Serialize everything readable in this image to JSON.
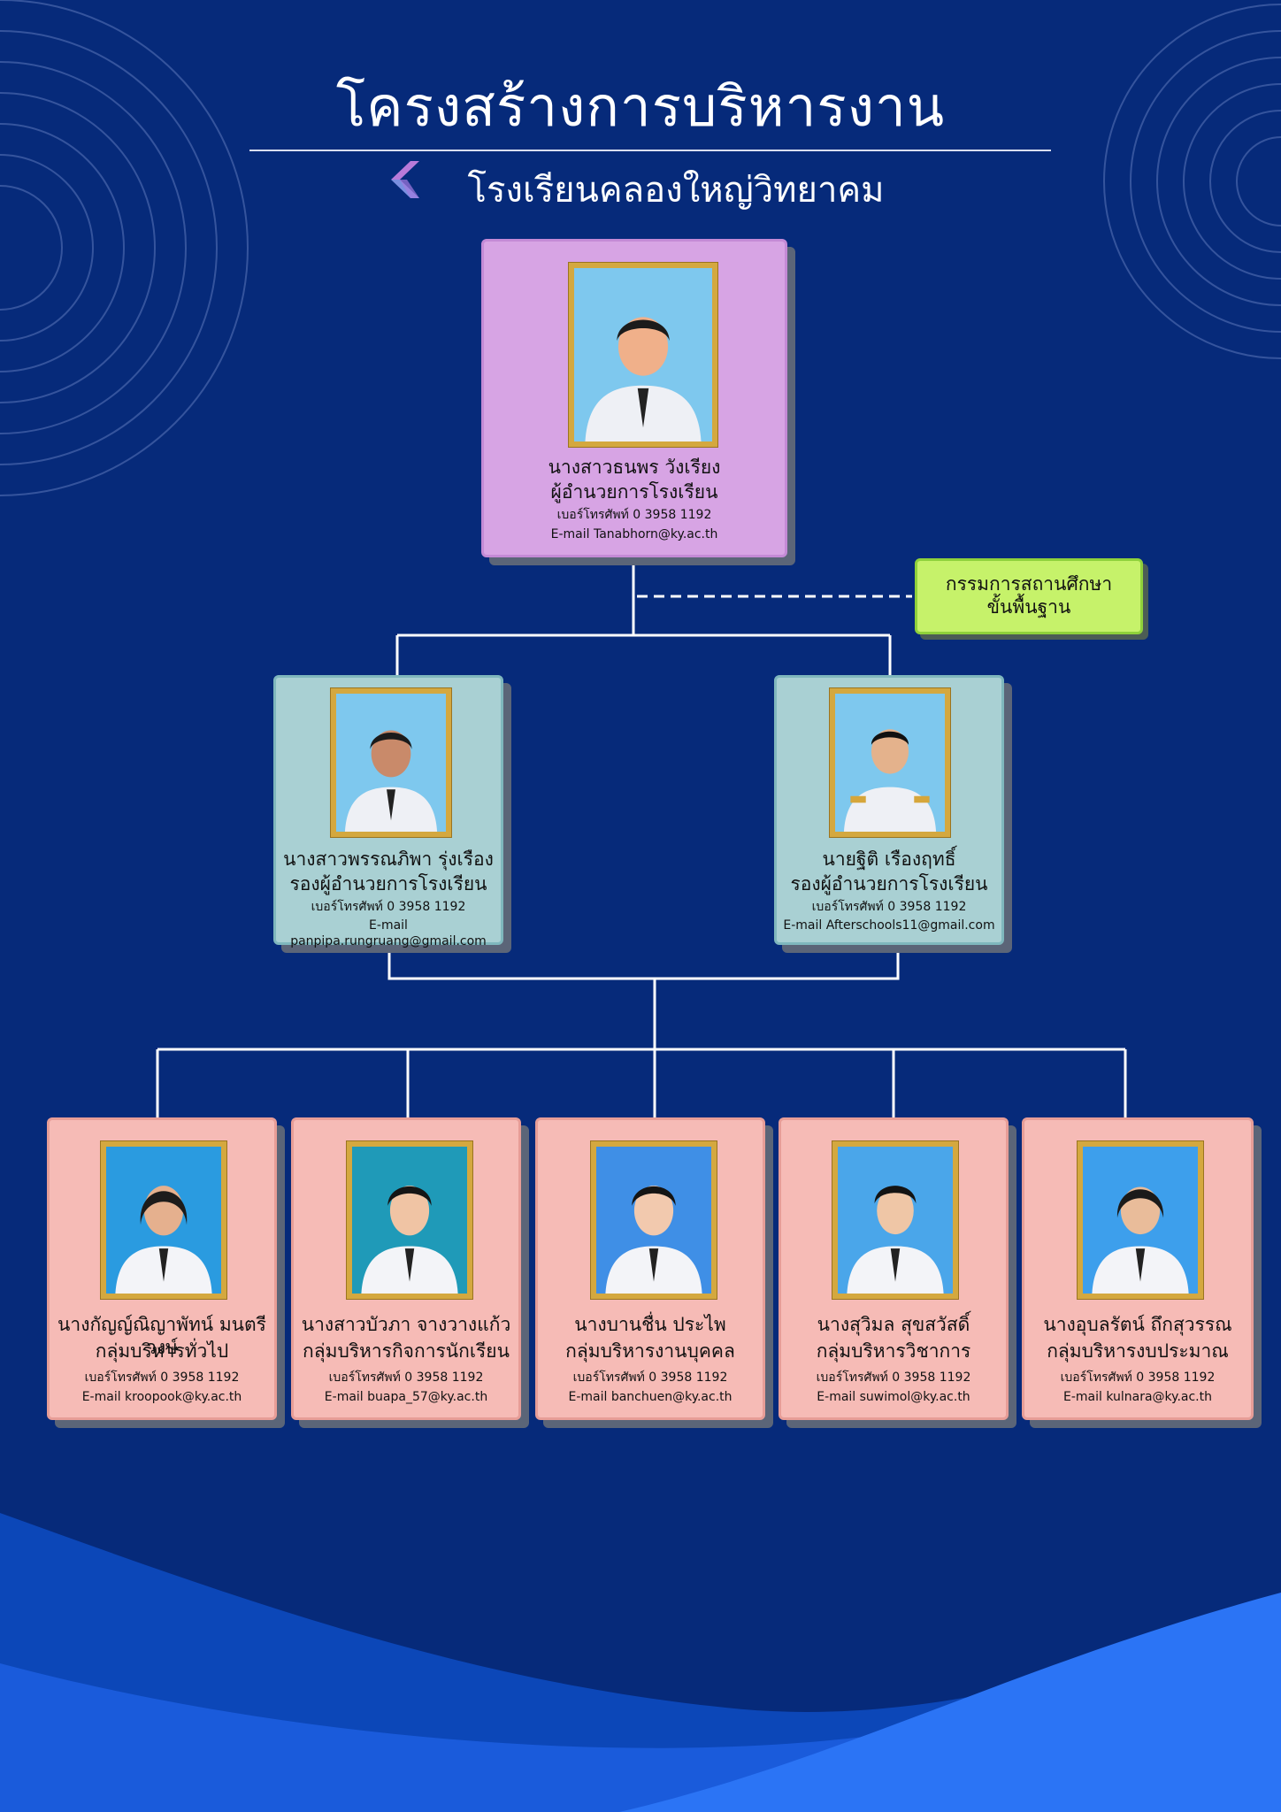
{
  "header": {
    "title": "โครงสร้างการบริหารงาน",
    "subtitle": "โรงเรียนคลองใหญ่วิทยาคม"
  },
  "colors": {
    "background": "#062a7a",
    "director_card": "#d7a4e4",
    "vice_card": "#a9d0d3",
    "group_card": "#f6bbb6",
    "board_box": "#c6f26a",
    "photo_frame": "#d4a83f"
  },
  "director": {
    "name": "นางสาวธนพร วังเรียง",
    "role": "ผู้อำนวยการโรงเรียน",
    "phone": "เบอร์โทรศัพท์ 0 3958 1192",
    "email": "E-mail Tanabhorn@ky.ac.th"
  },
  "board": {
    "line1": "กรรมการสถานศึกษา",
    "line2": "ขั้นพื้นฐาน"
  },
  "vice_directors": [
    {
      "name": "นางสาวพรรณภิพา รุ่งเรือง",
      "role": "รองผู้อำนวยการโรงเรียน",
      "phone": "เบอร์โทรศัพท์ 0 3958 1192",
      "email": "E-mail panpipa.rungruang@gmail.com"
    },
    {
      "name": "นายฐิติ เรืองฤทธิ์",
      "role": "รองผู้อำนวยการโรงเรียน",
      "phone": "เบอร์โทรศัพท์ 0 3958 1192",
      "email": "E-mail Afterschools11@gmail.com"
    }
  ],
  "groups": [
    {
      "name": "นางกัญญ์ณิญาพัทน์ มนตรีวงษ์",
      "role": "กลุ่มบริหารทั่วไป",
      "phone": "เบอร์โทรศัพท์ 0 3958 1192",
      "email": "E-mail kroopook@ky.ac.th"
    },
    {
      "name": "นางสาวบัวภา จางวางแก้ว",
      "role": "กลุ่มบริหารกิจการนักเรียน",
      "phone": "เบอร์โทรศัพท์ 0 3958 1192",
      "email": "E-mail buapa_57@ky.ac.th"
    },
    {
      "name": "นางบานชื่น ประไพ",
      "role": "กลุ่มบริหารงานบุคคล",
      "phone": "เบอร์โทรศัพท์ 0 3958 1192",
      "email": "E-mail banchuen@ky.ac.th"
    },
    {
      "name": "นางสุวิมล สุขสวัสดิ์",
      "role": "กลุ่มบริหารวิชาการ",
      "phone": "เบอร์โทรศัพท์ 0 3958 1192",
      "email": "E-mail suwimol@ky.ac.th"
    },
    {
      "name": "นางอุบลรัตน์ ถึกสุวรรณ",
      "role": "กลุ่มบริหารงบประมาณ",
      "phone": "เบอร์โทรศัพท์ 0 3958 1192",
      "email": "E-mail kulnara@ky.ac.th"
    }
  ]
}
